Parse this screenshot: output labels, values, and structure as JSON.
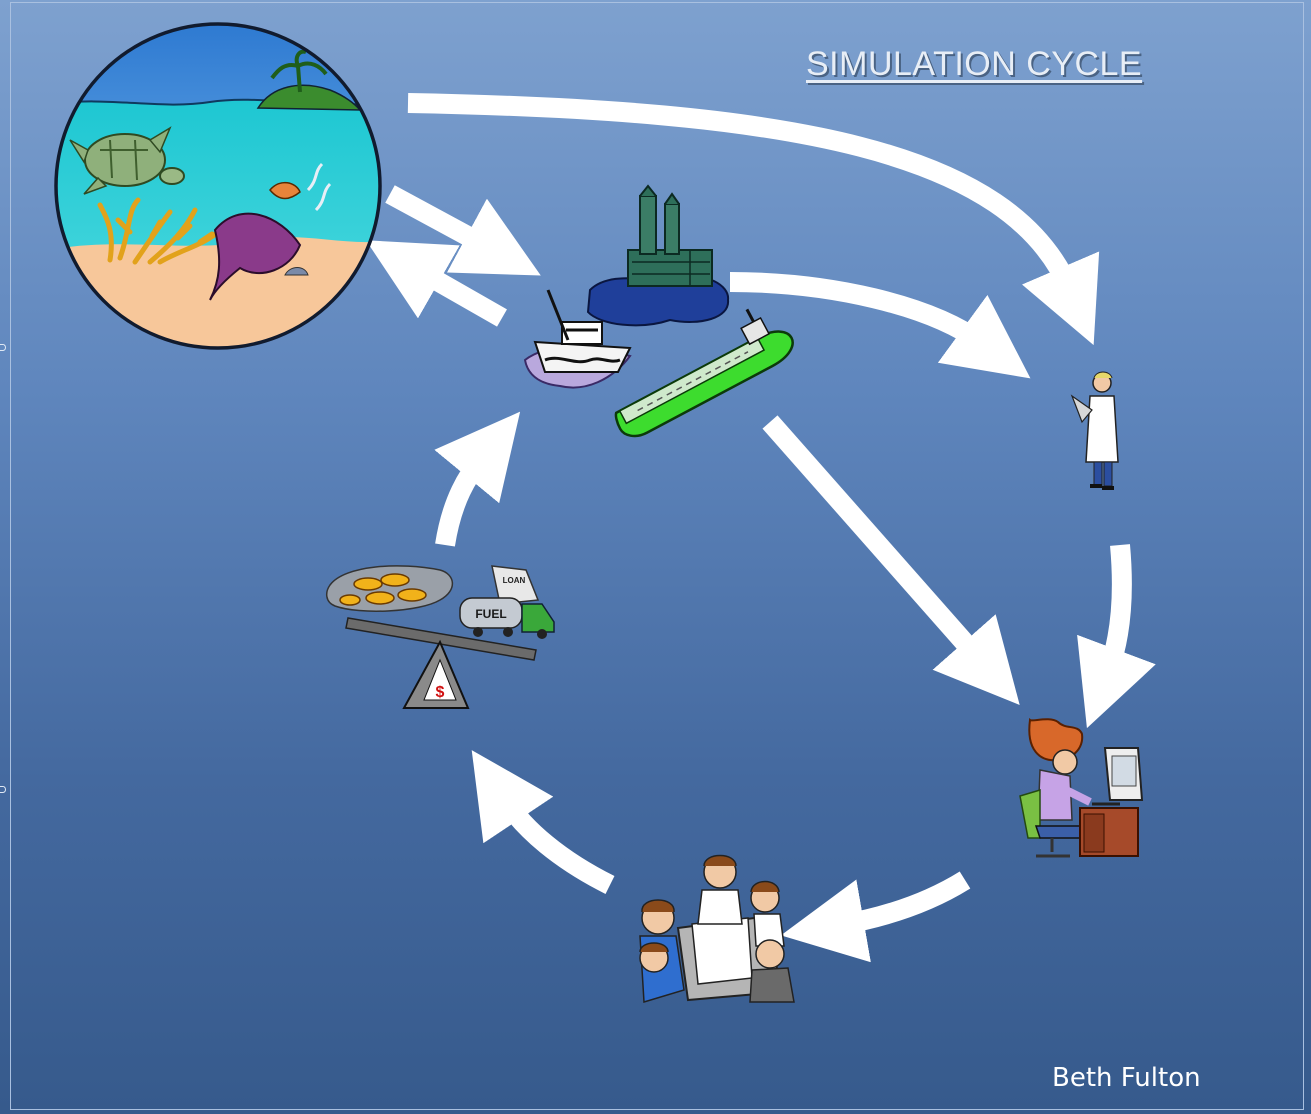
{
  "slide": {
    "title": "SIMULATION CYCLE",
    "credit": "Beth Fulton"
  },
  "icons": [
    "ocean-ecosystem-icon",
    "industry-activities-icon",
    "scientist-observer-icon",
    "computer-modeller-icon",
    "stakeholder-meeting-icon",
    "economic-balance-icon"
  ],
  "graphic_labels": {
    "fuel_truck": "FUEL",
    "loan_document": "LOAN",
    "price_sign": "$"
  },
  "colors": {
    "background_top": "#7ea1cf",
    "background_bottom": "#365a8c",
    "arrow": "#ffffff"
  }
}
